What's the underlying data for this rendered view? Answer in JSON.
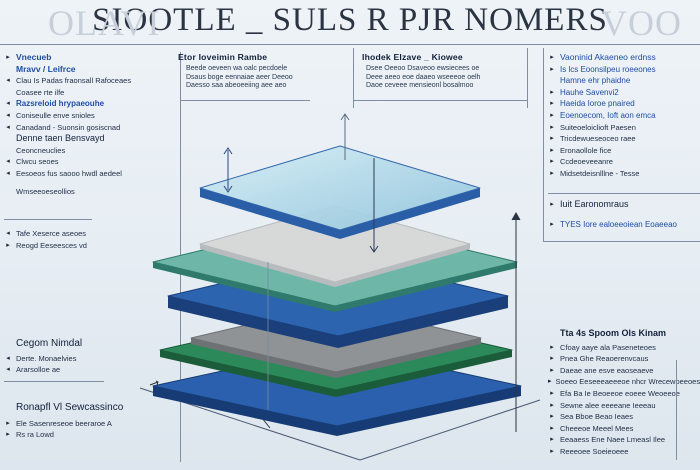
{
  "title": {
    "main": "SIOOTLE _ SULS R PJR NOMERS",
    "ghost_left": "OLAVI",
    "ghost_right": "VOO"
  },
  "left_top": {
    "header_1": "Vnecueb",
    "header_2": "Mravv / Leifrce",
    "items": [
      "Clau Is Padas fraonsall Rafoceaes",
      "Coasee rte ilfe",
      "Razsreloid hrypaeouhe",
      "Coniseulle enve snioles",
      "Canadand - Suonsin gosiscnad",
      "Denne taen Bensvayd",
      "Ceoncneuclies",
      "Clwcu seoes",
      "Eesoeos fus saooo hwdl aedeel",
      "Wmseeoeseollios"
    ]
  },
  "left_mid": {
    "items": [
      "Tafe Xeserce aseoes",
      "Reogd Eeseesces vd"
    ]
  },
  "left_low": {
    "header": "Cegom Nimdal",
    "items": [
      "Derte. Monaelvies",
      "Ararsolloe ae"
    ]
  },
  "left_bottom": {
    "header": "Ronapfl Vl Sewcassinco",
    "items": [
      "Ele Sasenreseoe beeraroe A",
      "Rs ra Lowd"
    ]
  },
  "panel_1": {
    "header": "Etor Ioveimin Rambe",
    "lines": [
      "Beede oeveen wa oalc pecdoele",
      "Dsaus boge eennaiae aeer Deeoo",
      "Daesso saa abeoeeiing aee aeo"
    ]
  },
  "panel_2": {
    "header": "Ihodek Elzave _ Kiowee",
    "lines": [
      "Dsee Oeeoo Dsaveoo ewsiecees oe",
      "Deee aeeo eoe daaeo wseeeoe oelh",
      "Daoe ceveee mensieonl bosalmoo"
    ]
  },
  "right_top": {
    "header": "Vaoninid Akaeneo erdnss",
    "items": [
      "Is lcs Eoonsilpeu roeeones",
      "Hamne ehr phaidne",
      "Hauhe Savenvi2",
      "Haeida Ioroe pnaired",
      "Eoenoecom, Ioft aon emca",
      "Suiteoeloiclioft Paesen",
      "Tricdewueseoceo raee",
      "Eronaollole fice",
      "Ccdeoeveeanre",
      "Midsetdeisnlllne - Tesse"
    ]
  },
  "right_mid": {
    "header": "Iuit Earonomraus",
    "items": [
      "TYES Iore ealoeeoiean Eoaeeao"
    ]
  },
  "right_bottom": {
    "header": "Tta 4s Spoom Ols Kinam",
    "items": [
      "Cfoay aaye ala Paseneteoes",
      "Pnea Ghe Reaoerenvcaus",
      "Daeae ane esve eaoseaeve",
      "Soeeo Eeseeeaeeeoe nhcr Wrecewoeeoes",
      "Efa Ba Ie Beoeeoe eoeee Weoeeoe",
      "Sewne alee eeeeane Ieeeau",
      "Sea Bboe Beao Ieaes",
      "Cheeeoe Meeel Mees",
      "Eeaaess Ene Naee Lmeasl Ilee",
      "Reeeoee Soeieoeee"
    ]
  },
  "layers": [
    {
      "name": "top-glass",
      "face": "#a9d5e6",
      "edge": "#2a5fa8"
    },
    {
      "name": "gray-1",
      "face": "#d7d8d8",
      "edge": "#b9bcbe"
    },
    {
      "name": "teal-1",
      "face": "#6eb6a8",
      "edge": "#2f7a6c"
    },
    {
      "name": "blue-1",
      "face": "#2c64b0",
      "edge": "#1a3f7a"
    },
    {
      "name": "gray-2",
      "face": "#8f9396",
      "edge": "#6e7275"
    },
    {
      "name": "green-1",
      "face": "#2c8a5a",
      "edge": "#1b5c3b"
    },
    {
      "name": "blue-2",
      "face": "#2a60ad",
      "edge": "#173c75"
    }
  ]
}
